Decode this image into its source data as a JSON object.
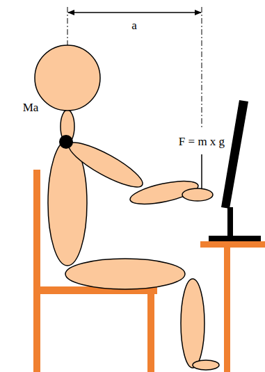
{
  "diagram": {
    "labels": [
      "a",
      "F = m x g",
      "Ma"
    ]
  }
}
